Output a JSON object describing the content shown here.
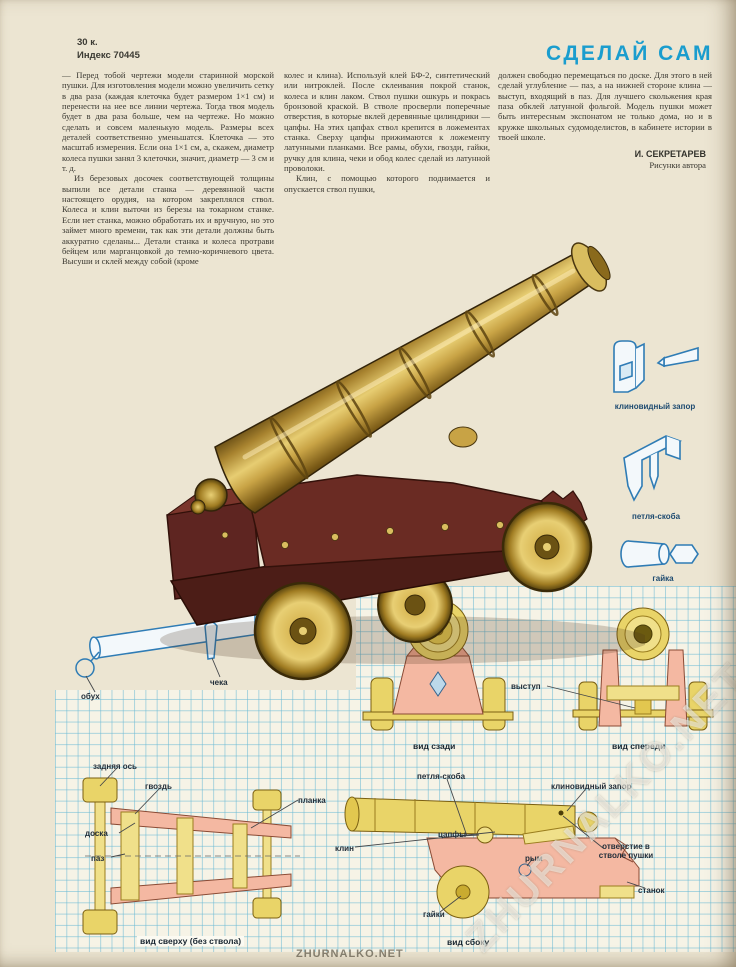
{
  "page": {
    "price": "30 к.",
    "index": "Индекс 70445",
    "title": "СДЕЛАЙ САМ",
    "watermark_diagonal": "ZHURNALKO.NET",
    "watermark_bottom": "ZHURNALKO.NET"
  },
  "article": {
    "col1_p1": "— Перед тобой чертежи модели старинной морской пушки. Для изготовления модели можно увеличить сетку в два раза (каждая клеточка будет размером 1×1 см) и перенести на нее все линии чертежа. Тогда твоя модель будет в два раза больше, чем на чертеже. Но можно сделать и совсем маленькую модель. Размеры всех деталей соответственно уменьшатся. Клеточка — это масштаб измерения. Если она 1×1 см, а, скажем, диаметр колеса пушки занял 3 клеточки, значит, диаметр — 3 см и т. д.",
    "col1_p2": "Из березовых досочек соответствующей толщины выпили все детали станка — деревянной части настоящего орудия, на котором закреплялся ствол. Колеса и клин выточи из березы на токарном станке. Если нет станка, можно обработать их и вручную, но это займет много времени, так как эти детали должны быть аккуратно сделаны... Детали станка и колеса протрави бейцем или марганцовкой до темно-коричневого цвета. Высуши и склей между собой (кроме",
    "col2_p1": "колес и клина). Используй клей БФ-2, синтетический или нитроклей. После склеивания покрой станок, колеса и клин лаком. Ствол пушки ошкурь и покрась бронзовой краской. В стволе просверли поперечные отверстия, в которые вклей деревянные цилиндрики — цапфы. На этих цапфах ствол крепится в ложементах станка. Сверху цапфы прижимаются к ложементу латунными планками. Все рамы, обухи, гвозди, гайки, ручку для клина, чеки и обод колес сделай из латунной проволоки.",
    "col2_p2": "Клин, с помощью которого поднимается и опускается ствол пушки,",
    "col3_p1": "должен свободно перемещаться по доске. Для этого в ней сделай углубление — паз, а на нижней стороне клина — выступ, входящий в паз. Для лучшего скольжения края паза обклей латунной фольгой. Модель пушки может быть интересным экспонатом не только дома, но и в кружке школьных судомоделистов, в кабинете истории в твоей школе.",
    "author": "И. СЕКРЕТАРЕВ",
    "author_note": "Рисунки автора"
  },
  "margin_figures": [
    {
      "label": "клиновидный запор"
    },
    {
      "label": "петля-скоба"
    },
    {
      "label": "гайка"
    }
  ],
  "diagram_labels": {
    "obukh": "обух",
    "cheka": "чека",
    "vid_szadi": "вид сзади",
    "vystup": "выступ",
    "vid_speredi": "вид спереди",
    "zadnyaya_os": "задняя ось",
    "gvozd": "гвоздь",
    "planka": "планка",
    "doska": "доска",
    "paz": "паз",
    "petlya_skoba": "петля-скоба",
    "klinovidnyy_zapor": "клиновидный запор",
    "klin": "клин",
    "tsapfy": "цапфы",
    "rym": "рым",
    "otverstie": "отверстие в стволе пушки",
    "stanok": "станок",
    "gayki": "гайки",
    "vid_sverkhu": "вид сверху (без ствола)",
    "vid_sboku": "вид сбоку"
  },
  "colors": {
    "title_blue": "#1a9dce",
    "paper": "#ece5d2",
    "grid_line": "#69b9d4",
    "drawing_pink": "#f4b8a2",
    "drawing_yellow": "#e9d468",
    "drawing_blue": "#2f7cb5"
  }
}
